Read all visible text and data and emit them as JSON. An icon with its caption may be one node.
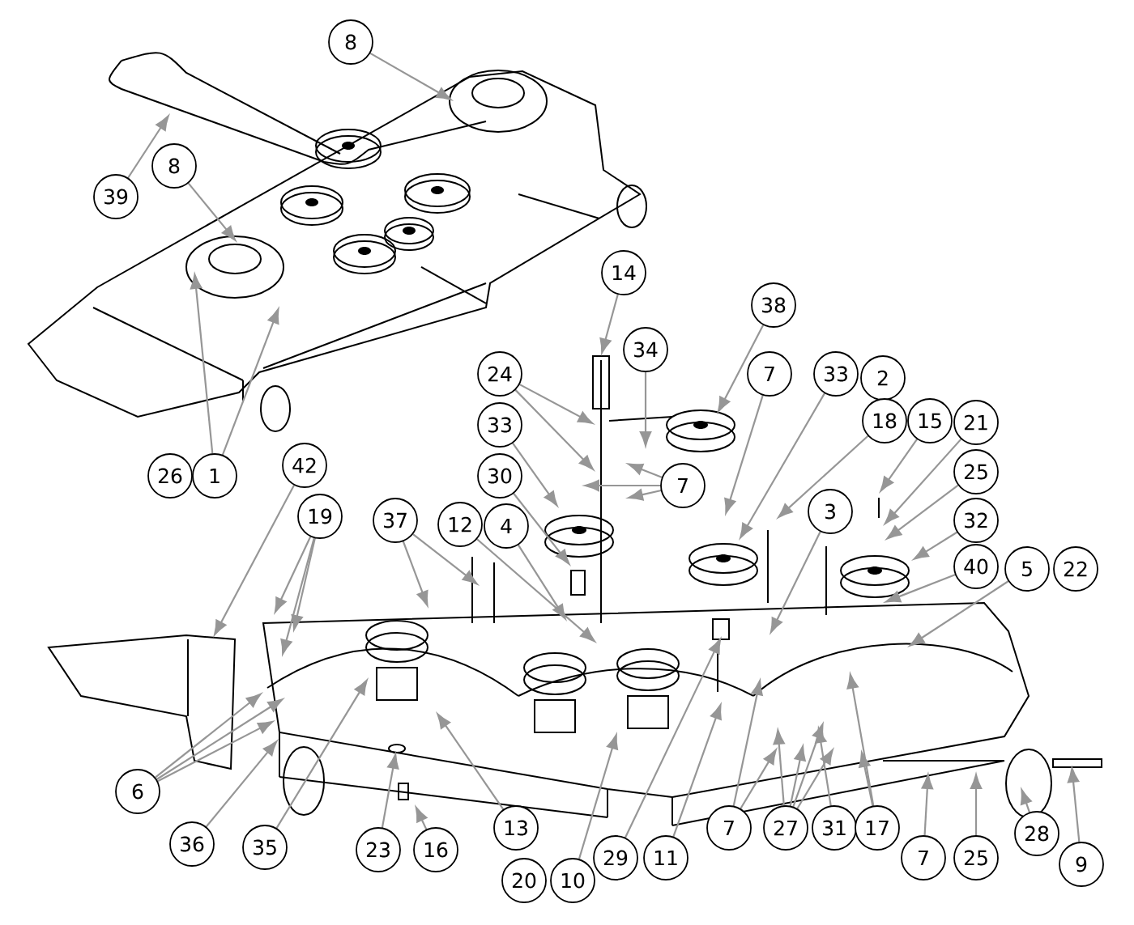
{
  "diagram": {
    "nodes": [
      {
        "text": [
          "8"
        ]
      },
      {
        "text": [
          "39"
        ]
      },
      {
        "text": [
          "8"
        ]
      },
      {
        "text": [
          "14"
        ]
      },
      {
        "text": [
          "38"
        ]
      },
      {
        "text": [
          "34"
        ]
      },
      {
        "text": [
          "24"
        ]
      },
      {
        "text": [
          "7"
        ]
      },
      {
        "text": [
          "33"
        ]
      },
      {
        "text": [
          "2"
        ]
      },
      {
        "text": [
          "33"
        ]
      },
      {
        "text": [
          "18"
        ]
      },
      {
        "text": [
          "15"
        ]
      },
      {
        "text": [
          "21"
        ]
      },
      {
        "text": [
          "26"
        ]
      },
      {
        "text": [
          "1"
        ]
      },
      {
        "text": [
          "42"
        ]
      },
      {
        "text": [
          "30"
        ]
      },
      {
        "text": [
          "7"
        ]
      },
      {
        "text": [
          "25"
        ]
      },
      {
        "text": [
          "19"
        ]
      },
      {
        "text": [
          "37"
        ]
      },
      {
        "text": [
          "12"
        ]
      },
      {
        "text": [
          "4"
        ]
      },
      {
        "text": [
          "3"
        ]
      },
      {
        "text": [
          "32"
        ]
      },
      {
        "text": [
          "40"
        ]
      },
      {
        "text": [
          "5"
        ]
      },
      {
        "text": [
          "22"
        ]
      },
      {
        "text": [
          "6"
        ]
      },
      {
        "text": [
          "13"
        ]
      },
      {
        "text": [
          "7"
        ]
      },
      {
        "text": [
          "27"
        ]
      },
      {
        "text": [
          "31"
        ]
      },
      {
        "text": [
          "17"
        ]
      },
      {
        "text": [
          "36"
        ]
      },
      {
        "text": [
          "35"
        ]
      },
      {
        "text": [
          "23"
        ]
      },
      {
        "text": [
          "16"
        ]
      },
      {
        "text": [
          "29"
        ]
      },
      {
        "text": [
          "11"
        ]
      },
      {
        "text": [
          "7"
        ]
      },
      {
        "text": [
          "25"
        ]
      },
      {
        "text": [
          "28"
        ]
      },
      {
        "text": [
          "9"
        ]
      },
      {
        "text": [
          "20"
        ]
      },
      {
        "text": [
          "10"
        ]
      }
    ],
    "edges": [
      {
        "from": 0,
        "to": null,
        "arrow": "to"
      },
      {
        "from": 1,
        "to": null,
        "arrow": "to"
      },
      {
        "from": 2,
        "to": null,
        "arrow": "to"
      },
      {
        "from": 3,
        "to": null,
        "arrow": "to"
      },
      {
        "from": 4,
        "to": null,
        "arrow": "to"
      },
      {
        "from": 5,
        "to": null,
        "arrow": "to"
      },
      {
        "from": 6,
        "to": null,
        "arrow": "to"
      },
      {
        "from": 6,
        "to": null,
        "arrow": "to"
      },
      {
        "from": 7,
        "to": null,
        "arrow": "to"
      },
      {
        "from": 8,
        "to": null,
        "arrow": "to"
      },
      {
        "from": 10,
        "to": null,
        "arrow": "to"
      },
      {
        "from": 11,
        "to": null,
        "arrow": "to"
      },
      {
        "from": 12,
        "to": null,
        "arrow": "to"
      },
      {
        "from": 13,
        "to": null,
        "arrow": "to"
      },
      {
        "from": 15,
        "to": null,
        "arrow": "to"
      },
      {
        "from": 15,
        "to": null,
        "arrow": "to"
      },
      {
        "from": 16,
        "to": null,
        "arrow": "to"
      },
      {
        "from": 17,
        "to": null,
        "arrow": "to"
      },
      {
        "from": 18,
        "to": null,
        "arrow": "to"
      },
      {
        "from": 18,
        "to": null,
        "arrow": "to"
      },
      {
        "from": 18,
        "to": null,
        "arrow": "to"
      },
      {
        "from": 19,
        "to": null,
        "arrow": "to"
      },
      {
        "from": 20,
        "to": null,
        "arrow": "to"
      },
      {
        "from": 20,
        "to": null,
        "arrow": "to"
      },
      {
        "from": 20,
        "to": null,
        "arrow": "to"
      },
      {
        "from": 21,
        "to": null,
        "arrow": "to"
      },
      {
        "from": 21,
        "to": null,
        "arrow": "to"
      },
      {
        "from": 22,
        "to": null,
        "arrow": "to"
      },
      {
        "from": 23,
        "to": null,
        "arrow": "to"
      },
      {
        "from": 24,
        "to": null,
        "arrow": "to"
      },
      {
        "from": 25,
        "to": null,
        "arrow": "to"
      },
      {
        "from": 26,
        "to": null,
        "arrow": "to"
      },
      {
        "from": 27,
        "to": null,
        "arrow": "to"
      },
      {
        "from": 29,
        "to": null,
        "arrow": "to"
      },
      {
        "from": 29,
        "to": null,
        "arrow": "to"
      },
      {
        "from": 29,
        "to": null,
        "arrow": "to"
      },
      {
        "from": 30,
        "to": null,
        "arrow": "to"
      },
      {
        "from": 31,
        "to": null,
        "arrow": "to"
      },
      {
        "from": 31,
        "to": null,
        "arrow": "to"
      },
      {
        "from": 32,
        "to": null,
        "arrow": "to"
      },
      {
        "from": 32,
        "to": null,
        "arrow": "to"
      },
      {
        "from": 32,
        "to": null,
        "arrow": "to"
      },
      {
        "from": 32,
        "to": null,
        "arrow": "to"
      },
      {
        "from": 33,
        "to": null,
        "arrow": "to"
      },
      {
        "from": 34,
        "to": null,
        "arrow": "to"
      },
      {
        "from": 34,
        "to": null,
        "arrow": "to"
      },
      {
        "from": 35,
        "to": null,
        "arrow": "to"
      },
      {
        "from": 36,
        "to": null,
        "arrow": "to"
      },
      {
        "from": 37,
        "to": null,
        "arrow": "to"
      },
      {
        "from": 38,
        "to": null,
        "arrow": "to"
      },
      {
        "from": 39,
        "to": null,
        "arrow": "to"
      },
      {
        "from": 40,
        "to": null,
        "arrow": "to"
      },
      {
        "from": 41,
        "to": null,
        "arrow": "to"
      },
      {
        "from": 42,
        "to": null,
        "arrow": "to"
      },
      {
        "from": 43,
        "to": null,
        "arrow": "to"
      },
      {
        "from": 44,
        "to": null,
        "arrow": "to"
      },
      {
        "from": 46,
        "to": null,
        "arrow": "to"
      }
    ]
  }
}
